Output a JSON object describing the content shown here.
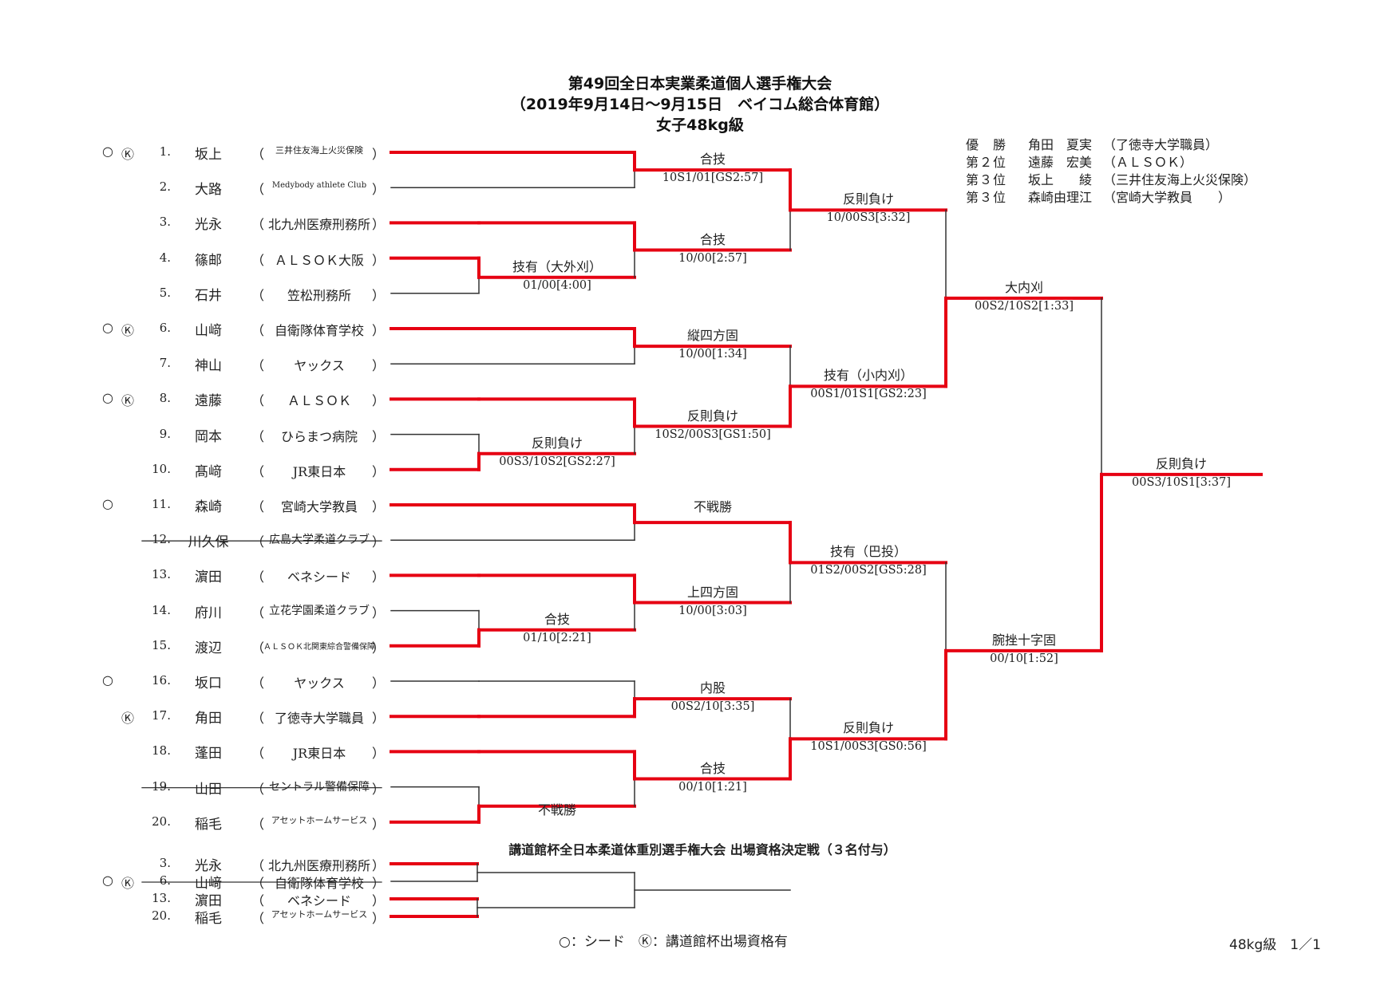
{
  "title": {
    "line1": "第49回全日本実業柔道個人選手権大会",
    "line2": "（2019年9月14日～9月15日　ベイコム総合体育館）",
    "line3": "女子48kg級"
  },
  "podium": [
    {
      "rank": "優　勝",
      "name": "角田　夏実",
      "club": "（了徳寺大学職員）"
    },
    {
      "rank": "第２位",
      "name": "遠藤　宏美",
      "club": "（ＡＬＳＯＫ）"
    },
    {
      "rank": "第３位",
      "name": "坂上　　綾",
      "club": "（三井住友海上火災保険）"
    },
    {
      "rank": "第３位",
      "name": "森崎由理江",
      "club": "（宮崎大学教員　　）"
    }
  ],
  "players": [
    {
      "num": "1.",
      "name": "坂上",
      "affiliation": "三井住友海上火災保険",
      "seed": "○",
      "qual": "Ⓚ",
      "strike": false
    },
    {
      "num": "2.",
      "name": "大路",
      "affiliation": "Medybody athlete Club",
      "seed": "",
      "qual": "",
      "strike": false
    },
    {
      "num": "3.",
      "name": "光永",
      "affiliation": "北九州医療刑務所",
      "seed": "",
      "qual": "",
      "strike": false
    },
    {
      "num": "4.",
      "name": "篠邮",
      "affiliation": "ＡＬＳＯＫ大阪",
      "seed": "",
      "qual": "",
      "strike": false
    },
    {
      "num": "5.",
      "name": "石井",
      "affiliation": "笠松刑務所",
      "seed": "",
      "qual": "",
      "strike": false
    },
    {
      "num": "6.",
      "name": "山﨑",
      "affiliation": "自衛隊体育学校",
      "seed": "○",
      "qual": "Ⓚ",
      "strike": false
    },
    {
      "num": "7.",
      "name": "神山",
      "affiliation": "ヤックス",
      "seed": "",
      "qual": "",
      "strike": false
    },
    {
      "num": "8.",
      "name": "遠藤",
      "affiliation": "ＡＬＳＯＫ",
      "seed": "○",
      "qual": "Ⓚ",
      "strike": false
    },
    {
      "num": "9.",
      "name": "岡本",
      "affiliation": "ひらまつ病院",
      "seed": "",
      "qual": "",
      "strike": false
    },
    {
      "num": "10.",
      "name": "髙﨑",
      "affiliation": "JR東日本",
      "seed": "",
      "qual": "",
      "strike": false
    },
    {
      "num": "11.",
      "name": "森崎",
      "affiliation": "宮崎大学教員",
      "seed": "○",
      "qual": "",
      "strike": false
    },
    {
      "num": "12.",
      "name": "川久保",
      "affiliation": "広島大学柔道クラブ",
      "seed": "",
      "qual": "",
      "strike": true
    },
    {
      "num": "13.",
      "name": "濵田",
      "affiliation": "ベネシード",
      "seed": "",
      "qual": "",
      "strike": false
    },
    {
      "num": "14.",
      "name": "府川",
      "affiliation": "立花学園柔道クラブ",
      "seed": "",
      "qual": "",
      "strike": false
    },
    {
      "num": "15.",
      "name": "渡辺",
      "affiliation": "ＡＬＳＯＫ北関東綜合警備保障",
      "seed": "",
      "qual": "",
      "strike": false
    },
    {
      "num": "16.",
      "name": "坂口",
      "affiliation": "ヤックス",
      "seed": "○",
      "qual": "",
      "strike": false
    },
    {
      "num": "17.",
      "name": "角田",
      "affiliation": "了徳寺大学職員",
      "seed": "",
      "qual": "Ⓚ",
      "strike": false
    },
    {
      "num": "18.",
      "name": "蓬田",
      "affiliation": "JR東日本",
      "seed": "",
      "qual": "",
      "strike": false
    },
    {
      "num": "19.",
      "name": "山田",
      "affiliation": "セントラル警備保障",
      "seed": "",
      "qual": "",
      "strike": true
    },
    {
      "num": "20.",
      "name": "稲毛",
      "affiliation": "アセットホームサービス",
      "seed": "",
      "qual": "",
      "strike": false
    }
  ],
  "matches": [
    {
      "id": "m1",
      "technique": "合技",
      "score": "10S1/01[GS2:57]"
    },
    {
      "id": "m2",
      "technique": "技有（大外刈）",
      "score": "01/00[4:00]"
    },
    {
      "id": "m3",
      "technique": "合技",
      "score": "10/00[2:57]"
    },
    {
      "id": "m4",
      "technique": "縦四方固",
      "score": "10/00[1:34]"
    },
    {
      "id": "m5",
      "technique": "反則負け",
      "score": "00S3/10S2[GS2:27]"
    },
    {
      "id": "m6",
      "technique": "反則負け",
      "score": "10S2/00S3[GS1:50]"
    },
    {
      "id": "m7",
      "technique": "不戦勝",
      "score": ""
    },
    {
      "id": "m8",
      "technique": "合技",
      "score": "01/10[2:21]"
    },
    {
      "id": "m9",
      "technique": "上四方固",
      "score": "10/00[3:03]"
    },
    {
      "id": "m10",
      "technique": "内股",
      "score": "00S2/10[3:35]"
    },
    {
      "id": "m11",
      "technique": "不戦勝",
      "score": ""
    },
    {
      "id": "m12",
      "technique": "合技",
      "score": "00/10[1:21]"
    },
    {
      "id": "q1",
      "technique": "反則負け",
      "score": "10/00S3[3:32]"
    },
    {
      "id": "q2",
      "technique": "技有（小内刈）",
      "score": "00S1/01S1[GS2:23]"
    },
    {
      "id": "q3",
      "technique": "技有（巴投）",
      "score": "01S2/00S2[GS5:28]"
    },
    {
      "id": "q4",
      "technique": "反則負け",
      "score": "10S1/00S3[GS0:56]"
    },
    {
      "id": "s1",
      "technique": "大内刈",
      "score": "00S2/10S2[1:33]"
    },
    {
      "id": "s2",
      "technique": "腕挫十字固",
      "score": "00/10[1:52]"
    },
    {
      "id": "f",
      "technique": "反則負け",
      "score": "00S3/10S1[3:37]"
    }
  ],
  "qualifier": {
    "title": "講道館杯全日本柔道体重別選手権大会 出場資格決定戦（３名付与）",
    "players": [
      {
        "num": "3.",
        "name": "光永",
        "affiliation": "北九州医療刑務所",
        "seed": "",
        "qual": "",
        "strike": false
      },
      {
        "num": "6.",
        "name": "山﨑",
        "affiliation": "自衛隊体育学校",
        "seed": "○",
        "qual": "Ⓚ",
        "strike": true
      },
      {
        "num": "13.",
        "name": "濵田",
        "affiliation": "ベネシード",
        "seed": "",
        "qual": "",
        "strike": false
      },
      {
        "num": "20.",
        "name": "稲毛",
        "affiliation": "アセットホームサービス",
        "seed": "",
        "qual": "",
        "strike": false
      }
    ]
  },
  "legend": "○：シード　Ⓚ：講道館杯出場資格有",
  "page_number": "48kg級　1／1",
  "colors": {
    "winner_line": "#e60012",
    "loser_line": "#333333"
  }
}
